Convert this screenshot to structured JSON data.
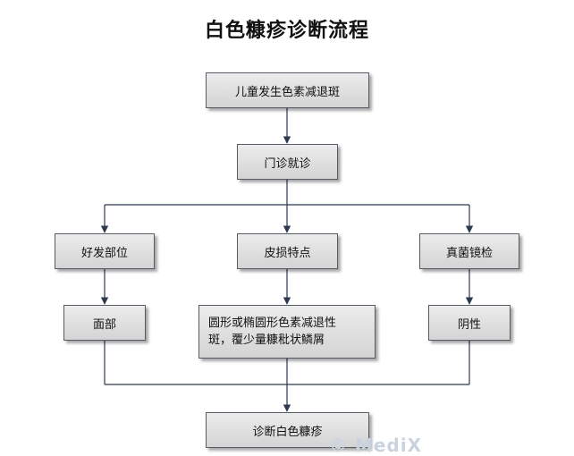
{
  "title": "白色糠疹诊断流程",
  "nodes": {
    "start": "儿童发生色素减退斑",
    "clinic": "门诊就诊",
    "site": "好发部位",
    "lesion": "皮损特点",
    "fungal": "真菌镜检",
    "site_result": "面部",
    "lesion_result_line1": "圆形或椭圆形色素减退性",
    "lesion_result_line2": "斑，覆少量糠秕状鳞屑",
    "fungal_result": "阴性",
    "diagnosis": "诊断白色糠疹"
  },
  "watermark": "© MediX",
  "colors": {
    "line": "#2b3a4d",
    "box_border": "#555c66",
    "box_fill_top": "#ececec",
    "box_fill_bottom": "#d4d4d4"
  }
}
